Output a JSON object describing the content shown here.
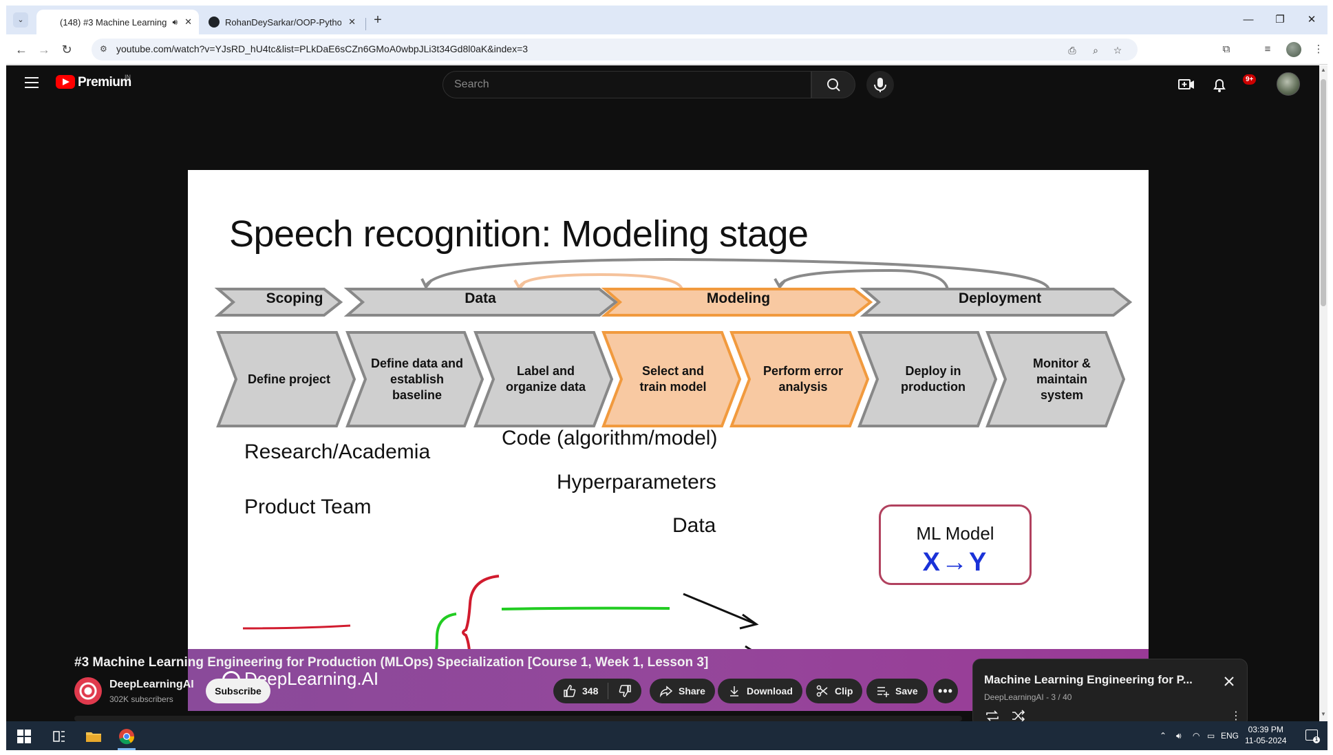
{
  "browser": {
    "tabs": [
      {
        "title": "(148) #3 Machine Learning",
        "favicon": "youtube-icon",
        "active": true,
        "audio": true
      },
      {
        "title": "RohanDeySarkar/OOP-Python",
        "favicon": "github-icon",
        "active": false
      }
    ],
    "url": "youtube.com/watch?v=YJsRD_hU4tc&list=PLkDaE6sCZn6GMoA0wbpJLi3t34Gd8l0aK&index=3",
    "window_controls": [
      "minimize",
      "restore",
      "close"
    ]
  },
  "youtube": {
    "brand": "Premium",
    "region": "IN",
    "search": {
      "placeholder": "Search",
      "value": ""
    },
    "notification_badge": "9+",
    "video": {
      "slide_title": "Speech recognition: Modeling stage",
      "stages": [
        "Scoping",
        "Data",
        "Modeling",
        "Deployment"
      ],
      "steps": [
        "Define project",
        "Define data and establish baseline",
        "Label and organize data",
        "Select and train model",
        "Perform error analysis",
        "Deploy in production",
        "Monitor & maintain system"
      ],
      "annotations": {
        "research": "Research/Academia",
        "product": "Product Team",
        "code": "Code (algorithm/model)",
        "hyper": "Hyperparameters",
        "data": "Data",
        "ml_model": "ML Model",
        "formula": "X→Y"
      },
      "footer_brand": "DeepLearning.AI",
      "colors": {
        "highlight_fill": "#f8c9a2",
        "highlight_stroke": "#f19a3e",
        "step_fill": "#cfcfcf",
        "step_stroke": "#8a8a8a",
        "purple": "#8f4599"
      }
    },
    "title": "#3 Machine Learning Engineering for Production (MLOps) Specialization [Course 1, Week 1, Lesson 3]",
    "channel": {
      "name": "DeepLearningAI",
      "subscribers": "302K subscribers",
      "subscribe_label": "Subscribe"
    },
    "actions": {
      "likes": "348",
      "share": "Share",
      "download": "Download",
      "clip": "Clip",
      "save": "Save"
    },
    "playlist": {
      "title": "Machine Learning Engineering for P...",
      "subtitle": "DeepLearningAI - 3 / 40"
    }
  },
  "taskbar": {
    "language": "ENG",
    "time": "03:39 PM",
    "date": "11-05-2024",
    "notifications": "1"
  }
}
